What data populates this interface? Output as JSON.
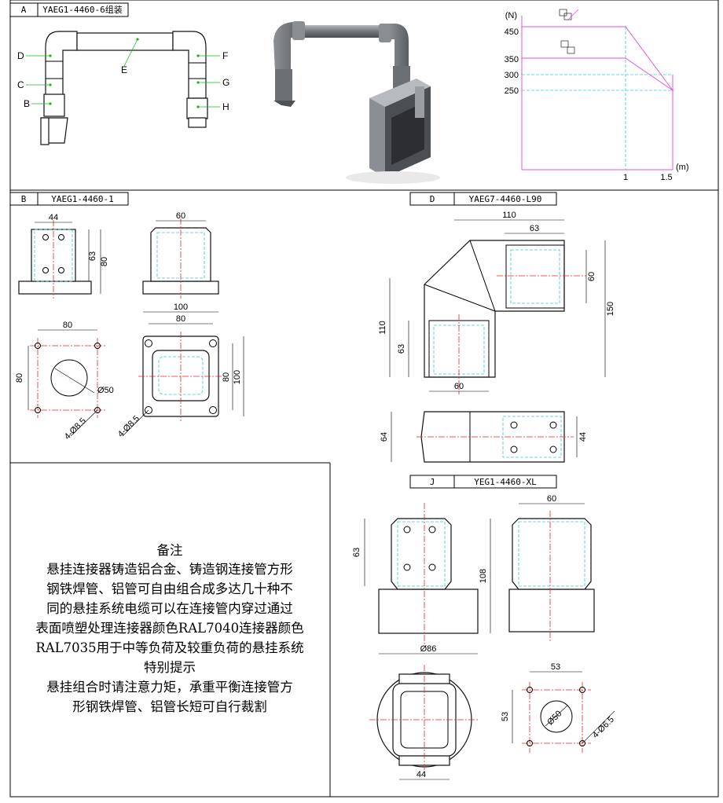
{
  "panels": {
    "a": {
      "letter": "A",
      "code": "YAEG1-4460-6组装",
      "parts": [
        "D",
        "C",
        "B",
        "E",
        "F",
        "G",
        "H"
      ]
    },
    "b": {
      "letter": "B",
      "code": "YAEG1-4460-1",
      "dims": {
        "w44": "44",
        "h63": "63",
        "h80": "80",
        "w60": "60",
        "w100": "100",
        "w80": "80",
        "bolt80w": "80",
        "bolt80h": "80",
        "dia50": "Ø50",
        "holes": "4-Ø8.5",
        "h80b": "80",
        "h100": "100",
        "holes2": "4-Ø8.5"
      }
    },
    "d": {
      "letter": "D",
      "code": "YAEG7-4460-L90",
      "dims": {
        "w110": "110",
        "w63": "63",
        "h60": "60",
        "h150": "150",
        "h110": "110",
        "h63": "63",
        "w60": "60",
        "h64": "64",
        "h44": "44"
      }
    },
    "j": {
      "letter": "J",
      "code": "YEG1-4460-XL",
      "dims": {
        "h63": "63",
        "w60": "60",
        "h108": "108",
        "d86": "Ø86",
        "w53": "53",
        "h53": "53",
        "dia50": "Ø50",
        "holes": "4-Ø6.5",
        "w44": "44"
      }
    }
  },
  "load_chart": {
    "y_unit": "(N)",
    "x_unit": "(m)",
    "y_ticks": [
      "450",
      "350",
      "300",
      "250"
    ],
    "x_ticks": [
      "1",
      "1.5"
    ]
  },
  "chart_data": {
    "type": "line",
    "title": "",
    "xlabel": "(m)",
    "ylabel": "(N)",
    "yticks": [
      450,
      350,
      300,
      250
    ],
    "xticks": [
      1,
      1.5
    ],
    "series": [
      {
        "x": [
          0,
          1,
          1.5
        ],
        "y": [
          450,
          450,
          250
        ]
      },
      {
        "x": [
          0,
          1,
          1.5
        ],
        "y": [
          350,
          350,
          250
        ]
      }
    ]
  },
  "notes": {
    "heading": "备注",
    "lines": [
      "悬挂连接器铸造铝合金、铸造钢连接管方形",
      "钢铁焊管、铝管可自由组合成多达几十种不",
      "同的悬挂系统电缆可以在连接管内穿过通过",
      "表面喷塑处理连接器颜色RAL7040连接器颜色",
      "RAL7035用于中等负荷及较重负荷的悬挂系统",
      "特别提示",
      "悬挂组合时请注意力矩，承重平衡连接管方",
      "形钢铁焊管、铝管长短可自行裁割"
    ]
  },
  "colors": {
    "dim_line": "#000000",
    "center_line": "#ee2222",
    "hidden_line": "#33cccc",
    "chart_line": "#dd55dd",
    "leader": "#11bb11"
  }
}
